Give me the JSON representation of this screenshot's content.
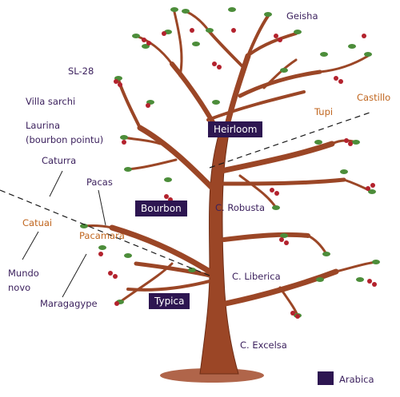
{
  "colors": {
    "trunk": "#9b4626",
    "trunk_dark": "#6e2d16",
    "leaf": "#4c8d3a",
    "cherry": "#b3222d",
    "arabica_box": "#2d1651",
    "purple_text": "#3a1f5c",
    "orange_text": "#c0661f"
  },
  "labels": {
    "geisha": "Geisha",
    "sl28": "SL-28",
    "villa_sarchi": "Villa sarchi",
    "laurina_line1": "Laurina",
    "laurina_line2": "(bourbon pointu)",
    "caturra": "Caturra",
    "pacas": "Pacas",
    "catuai": "Catuai",
    "pacamara": "Pacamara",
    "mundo_novo_line1": "Mundo",
    "mundo_novo_line2": "novo",
    "maragagype": "Maragagype",
    "tupi": "Tupi",
    "castillo": "Castillo",
    "c_robusta": "C. Robusta",
    "c_liberica": "C. Liberica",
    "c_excelsa": "C. Excelsa"
  },
  "boxes": {
    "heirloom": "Heirloom",
    "bourbon": "Bourbon",
    "typica": "Typica"
  },
  "legend": {
    "arabica": "Arabica"
  }
}
